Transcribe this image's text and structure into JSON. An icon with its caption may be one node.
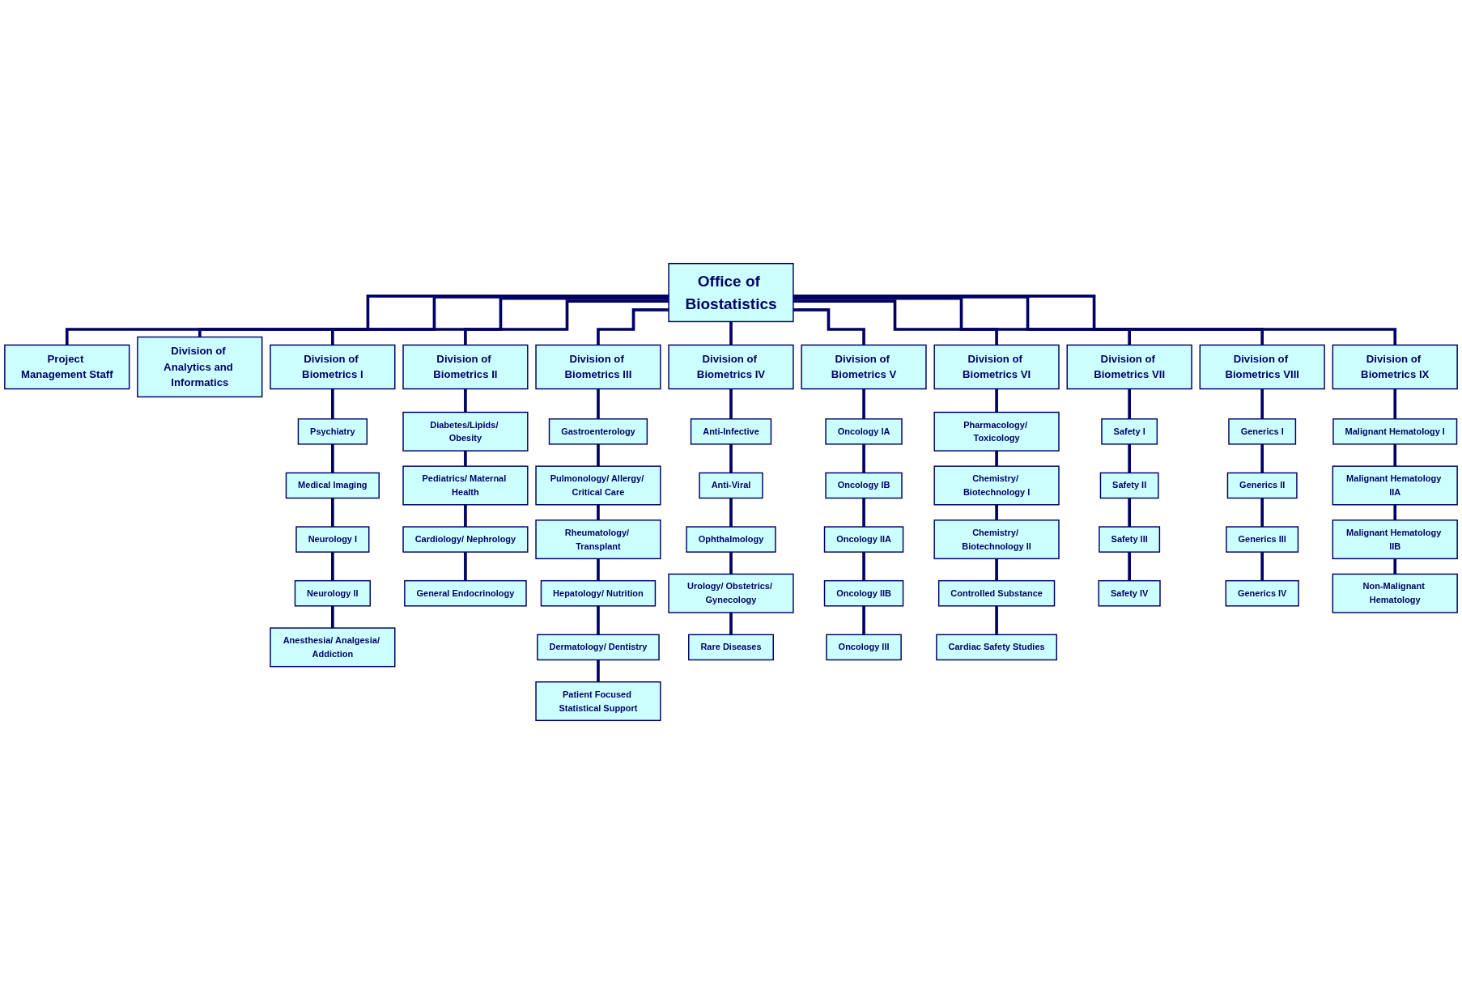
{
  "diagram": {
    "nodes": [
      {
        "text": [
          "Office of Biostatistics"
        ]
      },
      {
        "text": [
          "Project Management Staff"
        ]
      },
      {
        "text": [
          "Division of Analytics and Informatics"
        ]
      },
      {
        "text": [
          "Division of Biometrics I"
        ]
      },
      {
        "text": [
          "Division of Biometrics II"
        ]
      },
      {
        "text": [
          "Division of Biometrics III"
        ]
      },
      {
        "text": [
          "Division of Biometrics IV"
        ]
      },
      {
        "text": [
          "Division of Biometrics V"
        ]
      },
      {
        "text": [
          "Division of Biometrics VI"
        ]
      },
      {
        "text": [
          "Division of Biometrics VII"
        ]
      },
      {
        "text": [
          "Division of Biometrics VIII"
        ]
      },
      {
        "text": [
          "Division of Biometrics IX"
        ]
      },
      {
        "text": [
          "Psychiatry"
        ]
      },
      {
        "text": [
          "Medical Imaging"
        ]
      },
      {
        "text": [
          "Neurology I"
        ]
      },
      {
        "text": [
          "Neurology II"
        ]
      },
      {
        "text": [
          "Anesthesia/ Analgesia/ Addiction"
        ]
      },
      {
        "text": [
          "Diabetes/Lipids/ Obesity"
        ]
      },
      {
        "text": [
          "Pediatrics/ Maternal Health"
        ]
      },
      {
        "text": [
          "Cardiology/ Nephrology"
        ]
      },
      {
        "text": [
          "General Endocrinology"
        ]
      },
      {
        "text": [
          "Gastroenterology"
        ]
      },
      {
        "text": [
          "Pulmonology/ Allergy/ Critical Care"
        ]
      },
      {
        "text": [
          "Rheumatology/ Transplant"
        ]
      },
      {
        "text": [
          "Hepatology/ Nutrition"
        ]
      },
      {
        "text": [
          "Dermatology/ Dentistry"
        ]
      },
      {
        "text": [
          "Patient Focused Statistical Support"
        ]
      },
      {
        "text": [
          "Anti-Infective"
        ]
      },
      {
        "text": [
          "Anti-Viral"
        ]
      },
      {
        "text": [
          "Ophthalmology"
        ]
      },
      {
        "text": [
          "Urology/ Obstetrics/ Gynecology"
        ]
      },
      {
        "text": [
          "Rare Diseases"
        ]
      },
      {
        "text": [
          "Oncology IA"
        ]
      },
      {
        "text": [
          "Oncology IB"
        ]
      },
      {
        "text": [
          "Oncology IIA"
        ]
      },
      {
        "text": [
          "Oncology IIB"
        ]
      },
      {
        "text": [
          "Oncology III"
        ]
      },
      {
        "text": [
          "Pharmacology/ Toxicology"
        ]
      },
      {
        "text": [
          "Chemistry/ Biotechnology I"
        ]
      },
      {
        "text": [
          "Chemistry/ Biotechnology II"
        ]
      },
      {
        "text": [
          "Controlled Substance"
        ]
      },
      {
        "text": [
          "Cardiac Safety Studies"
        ]
      },
      {
        "text": [
          "Safety I"
        ]
      },
      {
        "text": [
          "Safety II"
        ]
      },
      {
        "text": [
          "Safety III"
        ]
      },
      {
        "text": [
          "Safety IV"
        ]
      },
      {
        "text": [
          "Generics I"
        ]
      },
      {
        "text": [
          "Generics II"
        ]
      },
      {
        "text": [
          "Generics III"
        ]
      },
      {
        "text": [
          "Generics IV"
        ]
      },
      {
        "text": [
          "Malignant Hematology I"
        ]
      },
      {
        "text": [
          "Malignant Hematology IIA"
        ]
      },
      {
        "text": [
          "Malignant Hematology IIB"
        ]
      },
      {
        "text": [
          "Non-Malignant Hematology"
        ]
      }
    ],
    "edges": [
      {
        "from": 0,
        "to": 1,
        "arrow": "none"
      },
      {
        "from": 0,
        "to": 2,
        "arrow": "none"
      },
      {
        "from": 0,
        "to": 3,
        "arrow": "none"
      },
      {
        "from": 0,
        "to": 4,
        "arrow": "none"
      },
      {
        "from": 0,
        "to": 5,
        "arrow": "none"
      },
      {
        "from": 0,
        "to": 6,
        "arrow": "none"
      },
      {
        "from": 0,
        "to": 7,
        "arrow": "none"
      },
      {
        "from": 0,
        "to": 8,
        "arrow": "none"
      },
      {
        "from": 0,
        "to": 9,
        "arrow": "none"
      },
      {
        "from": 0,
        "to": 10,
        "arrow": "none"
      },
      {
        "from": 0,
        "to": 11,
        "arrow": "none"
      },
      {
        "from": 3,
        "to": 12,
        "arrow": "none"
      },
      {
        "from": 12,
        "to": 13,
        "arrow": "none"
      },
      {
        "from": 13,
        "to": 14,
        "arrow": "none"
      },
      {
        "from": 14,
        "to": 15,
        "arrow": "none"
      },
      {
        "from": 15,
        "to": 16,
        "arrow": "none"
      },
      {
        "from": 4,
        "to": 17,
        "arrow": "none"
      },
      {
        "from": 17,
        "to": 18,
        "arrow": "none"
      },
      {
        "from": 18,
        "to": 19,
        "arrow": "none"
      },
      {
        "from": 19,
        "to": 20,
        "arrow": "none"
      },
      {
        "from": 5,
        "to": 21,
        "arrow": "none"
      },
      {
        "from": 21,
        "to": 22,
        "arrow": "none"
      },
      {
        "from": 22,
        "to": 23,
        "arrow": "none"
      },
      {
        "from": 23,
        "to": 24,
        "arrow": "none"
      },
      {
        "from": 24,
        "to": 25,
        "arrow": "none"
      },
      {
        "from": 25,
        "to": 26,
        "arrow": "none"
      },
      {
        "from": 6,
        "to": 27,
        "arrow": "none"
      },
      {
        "from": 27,
        "to": 28,
        "arrow": "none"
      },
      {
        "from": 28,
        "to": 29,
        "arrow": "none"
      },
      {
        "from": 29,
        "to": 30,
        "arrow": "none"
      },
      {
        "from": 30,
        "to": 31,
        "arrow": "none"
      },
      {
        "from": 7,
        "to": 32,
        "arrow": "none"
      },
      {
        "from": 32,
        "to": 33,
        "arrow": "none"
      },
      {
        "from": 33,
        "to": 34,
        "arrow": "none"
      },
      {
        "from": 34,
        "to": 35,
        "arrow": "none"
      },
      {
        "from": 35,
        "to": 36,
        "arrow": "none"
      },
      {
        "from": 8,
        "to": 37,
        "arrow": "none"
      },
      {
        "from": 37,
        "to": 38,
        "arrow": "none"
      },
      {
        "from": 38,
        "to": 39,
        "arrow": "none"
      },
      {
        "from": 39,
        "to": 40,
        "arrow": "none"
      },
      {
        "from": 40,
        "to": 41,
        "arrow": "none"
      },
      {
        "from": 9,
        "to": 42,
        "arrow": "none"
      },
      {
        "from": 42,
        "to": 43,
        "arrow": "none"
      },
      {
        "from": 43,
        "to": 44,
        "arrow": "none"
      },
      {
        "from": 44,
        "to": 45,
        "arrow": "none"
      },
      {
        "from": 10,
        "to": 46,
        "arrow": "none"
      },
      {
        "from": 46,
        "to": 47,
        "arrow": "none"
      },
      {
        "from": 47,
        "to": 48,
        "arrow": "none"
      },
      {
        "from": 48,
        "to": 49,
        "arrow": "none"
      },
      {
        "from": 11,
        "to": 50,
        "arrow": "none"
      },
      {
        "from": 50,
        "to": 51,
        "arrow": "none"
      },
      {
        "from": 51,
        "to": 52,
        "arrow": "none"
      },
      {
        "from": 52,
        "to": 53,
        "arrow": "none"
      }
    ]
  }
}
